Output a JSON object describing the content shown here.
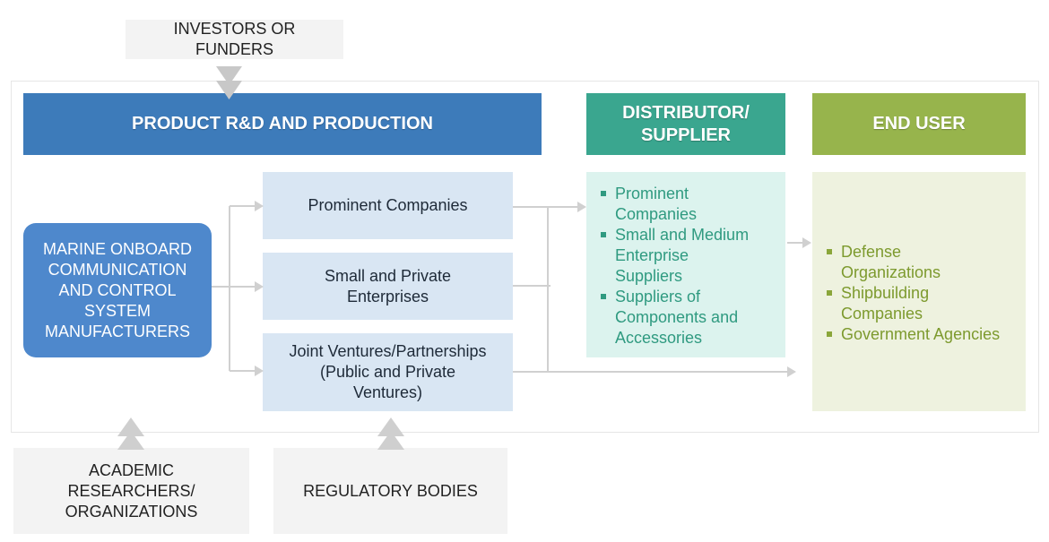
{
  "investors": {
    "label": "INVESTORS OR\nFUNDERS"
  },
  "headers": {
    "rd": "PRODUCT R&D AND PRODUCTION",
    "distributor": "DISTRIBUTOR/\nSUPPLIER",
    "end_user": "END USER"
  },
  "manufacturers": {
    "label": "MARINE ONBOARD\nCOMMUNICATION\nAND CONTROL\nSYSTEM\nMANUFACTURERS"
  },
  "companies": [
    {
      "label": "Prominent Companies"
    },
    {
      "label": "Small and Private\nEnterprises"
    },
    {
      "label": "Joint Ventures/Partnerships\n(Public and Private\nVentures)"
    }
  ],
  "distributor_items": [
    "Prominent\nCompanies",
    "Small and Medium\nEnterprise\nSuppliers",
    "Suppliers of\nComponents and\nAccessories"
  ],
  "end_user_items": [
    "Defense\nOrganizations",
    "Shipbuilding\nCompanies",
    "Government Agencies"
  ],
  "academic": {
    "label": "ACADEMIC\nRESEARCHERS/\nORGANIZATIONS"
  },
  "regulatory": {
    "label": "REGULATORY BODIES"
  },
  "colors": {
    "rd_header": "#3d7bba",
    "distributor_header": "#3aa68f",
    "end_user_header": "#97b44c",
    "manufacturer": "#4e88cc",
    "company_box": "#d9e6f3",
    "distributor_panel": "#dcf3ee",
    "end_user_panel": "#eef2df"
  }
}
